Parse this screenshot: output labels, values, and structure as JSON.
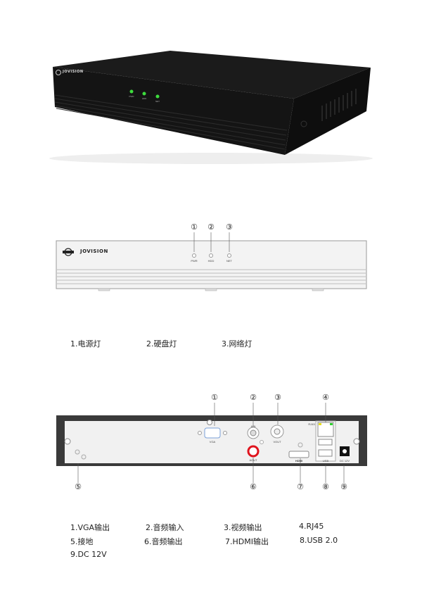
{
  "brand": "JOVISION",
  "product_photo": {
    "led_labels": [
      "PWR",
      "HDD",
      "NET"
    ],
    "led_color": "#3ddc3d"
  },
  "front_panel": {
    "callouts": [
      "①",
      "②",
      "③"
    ],
    "led_labels": [
      "PWR",
      "HDD",
      "NET"
    ],
    "legend": [
      "1.电源灯",
      "2.硬盘灯",
      "3.网络灯"
    ]
  },
  "rear_panel": {
    "callouts_top": [
      "①",
      "②",
      "③",
      "④"
    ],
    "callouts_bottom": [
      "⑤",
      "⑥",
      "⑦",
      "⑧",
      "⑨"
    ],
    "port_labels": {
      "vga": "VGA",
      "ain": "AIN",
      "vout": "VOUT",
      "rj45": "RJ45",
      "usb": "USB",
      "hdmi": "HDMI",
      "dc": "DC 12V"
    },
    "legend": [
      "1.VGA输出",
      "2.音频输入",
      "3.视频输出",
      "4.RJ45",
      "5.接地",
      "6.音频输出",
      "7.HDMI输出",
      "8.USB 2.0",
      "9.DC 12V"
    ],
    "aout_color": "#e0141e"
  }
}
